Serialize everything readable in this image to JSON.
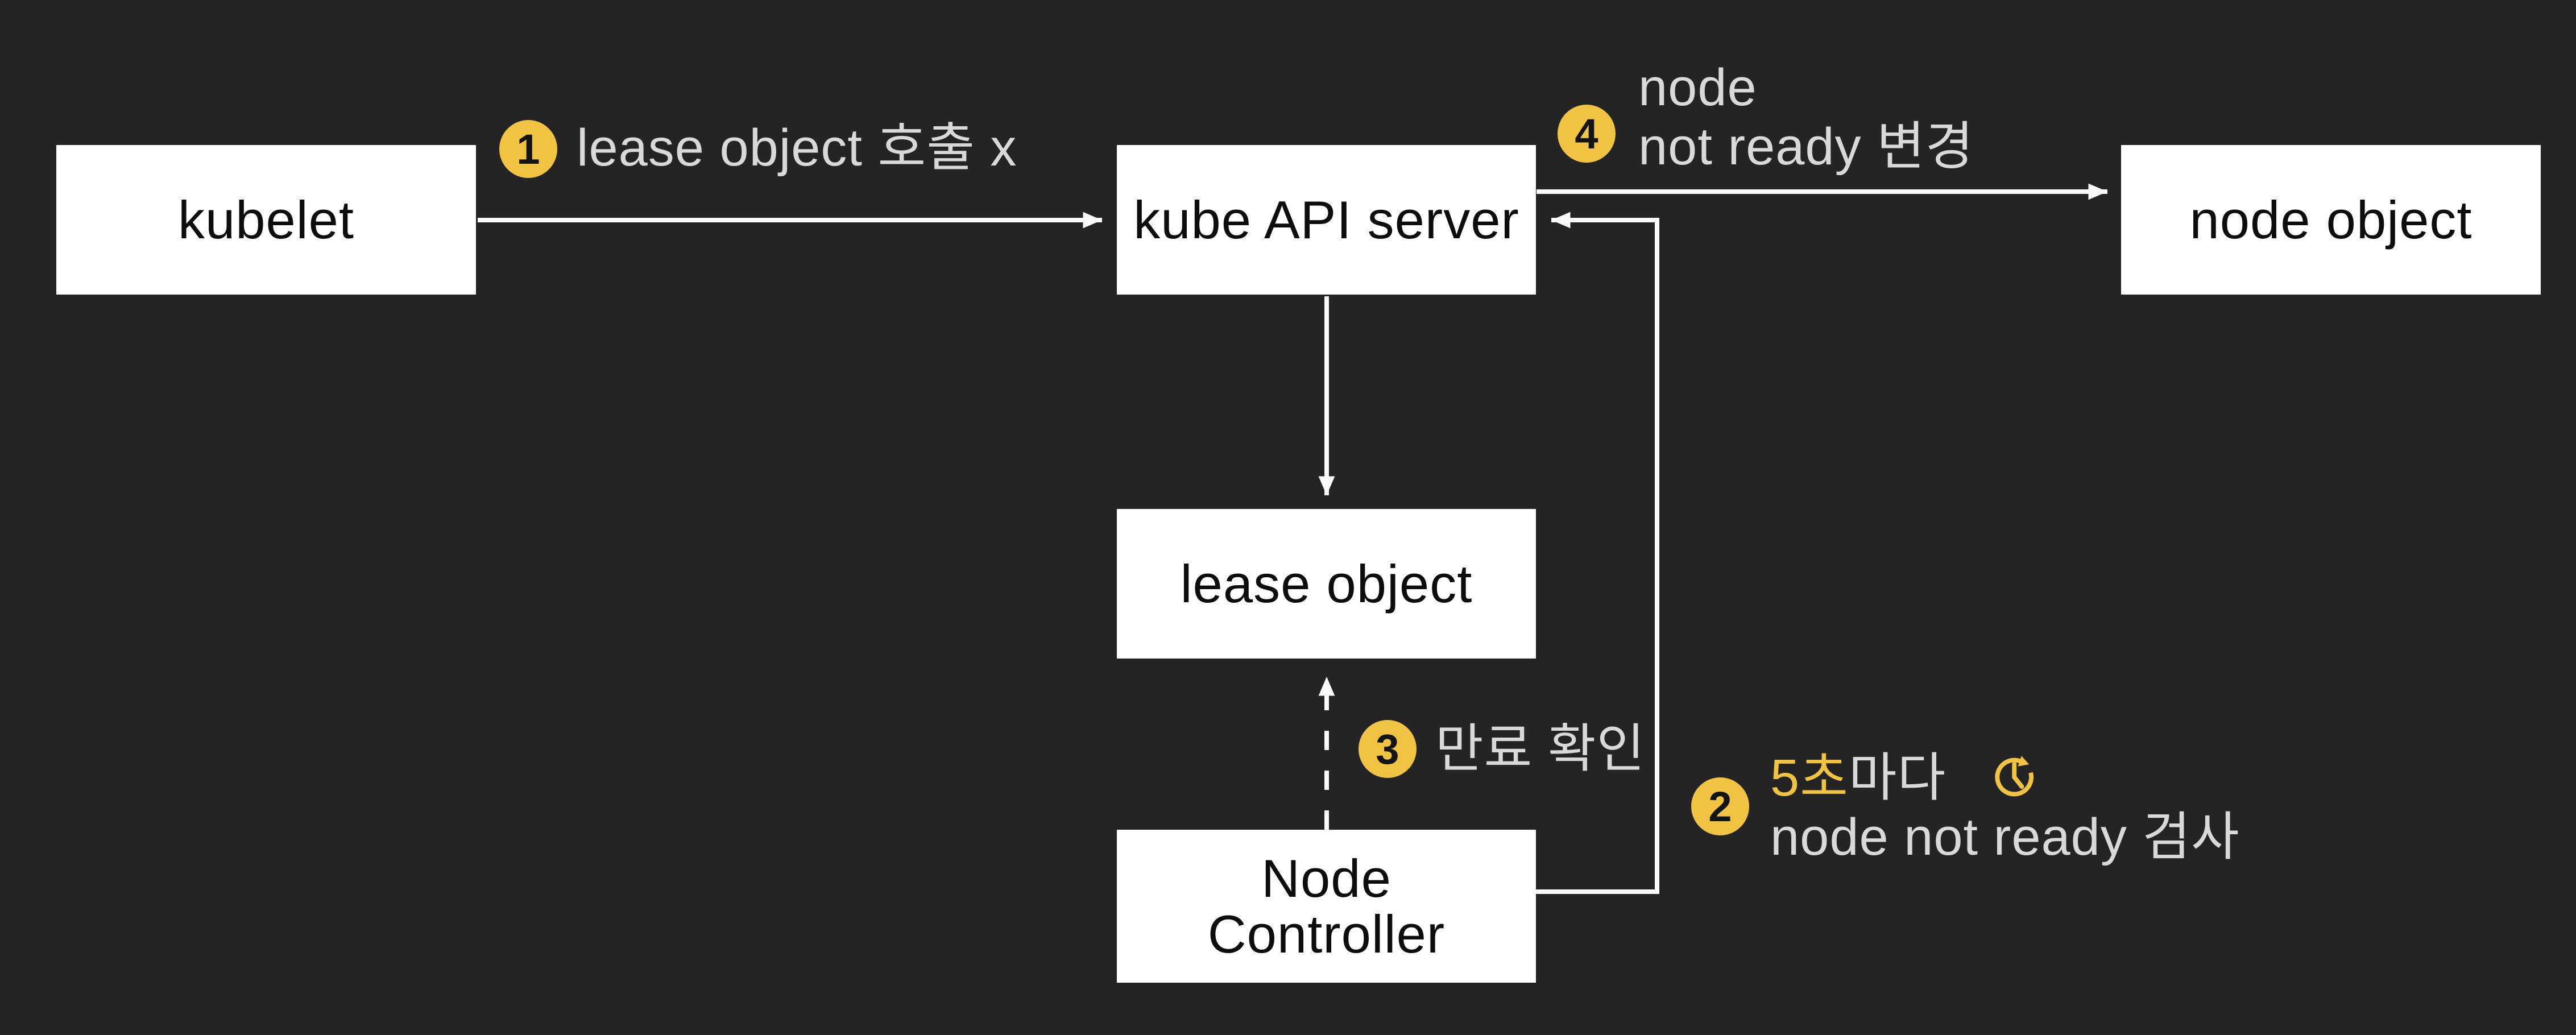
{
  "diagram": {
    "title_hint": "kubelet lease / node controller flow",
    "background": "#242424",
    "colors": {
      "box_bg": "#ffffff",
      "box_text": "#0d0d0d",
      "note_text": "#D9D9D9",
      "accent_yellow": "#F0C442",
      "arrow": "#fafafa"
    }
  },
  "nodes": {
    "kubelet": {
      "label": "kubelet"
    },
    "api_server": {
      "label": "kube API server"
    },
    "node_object": {
      "label": "node object"
    },
    "lease_object": {
      "label": "lease object"
    },
    "node_controller": {
      "label": "Node\nController"
    }
  },
  "annotations": {
    "step1": {
      "num": "1",
      "text": "lease object 호출 x"
    },
    "step2": {
      "num": "2",
      "line1_highlight": "5초",
      "line1_rest": "마다",
      "icon": "recurring-clock-icon",
      "line2": "node not ready 검사"
    },
    "step3": {
      "num": "3",
      "text": "만료 확인"
    },
    "step4": {
      "num": "4",
      "line1": "node",
      "line2": "not ready 변경"
    }
  }
}
